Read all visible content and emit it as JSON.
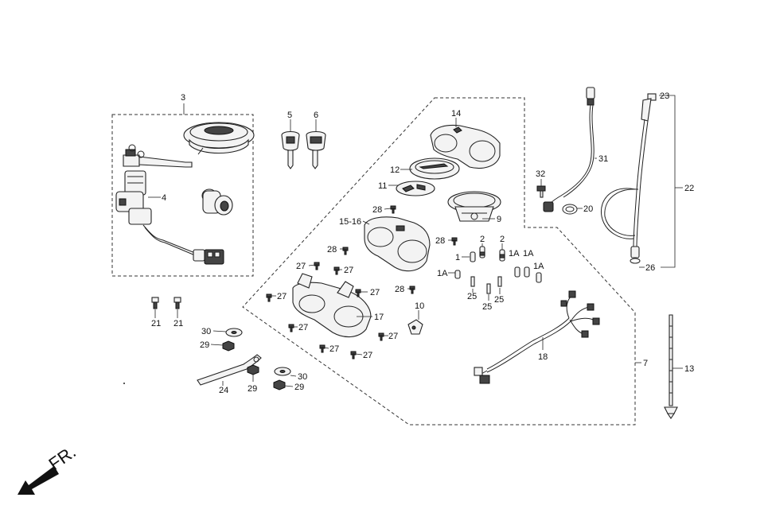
{
  "diagram": {
    "direction_label": "FR.",
    "callouts": {
      "c3": "3",
      "c4": "4",
      "c5": "5",
      "c6": "6",
      "c14": "14",
      "c12": "12",
      "c11": "11",
      "c9": "9",
      "c28a": "28",
      "c1516": "15-16",
      "c28b": "28",
      "c28c": "28",
      "c28d": "28",
      "c27a": "27",
      "c27b": "27",
      "c27c": "27",
      "c27d": "27",
      "c27e": "27",
      "c27f": "27",
      "c27g": "27",
      "c27h": "27",
      "c17": "17",
      "c10": "10",
      "c1": "1",
      "c2a": "2",
      "c2b": "2",
      "c1Aa": "1A",
      "c1Ab": "1A",
      "c1Ac": "1A",
      "c1Ad": "1A",
      "c25a": "25",
      "c25b": "25",
      "c25c": "25",
      "c18": "18",
      "c7": "7",
      "c31": "31",
      "c32": "32",
      "c20": "20",
      "c23": "23",
      "c22": "22",
      "c26": "26",
      "c13": "13",
      "c21a": "21",
      "c21b": "21",
      "c30a": "30",
      "c29a": "29",
      "c24": "24",
      "c29b": "29",
      "c30b": "30",
      "c29c": "29"
    }
  }
}
